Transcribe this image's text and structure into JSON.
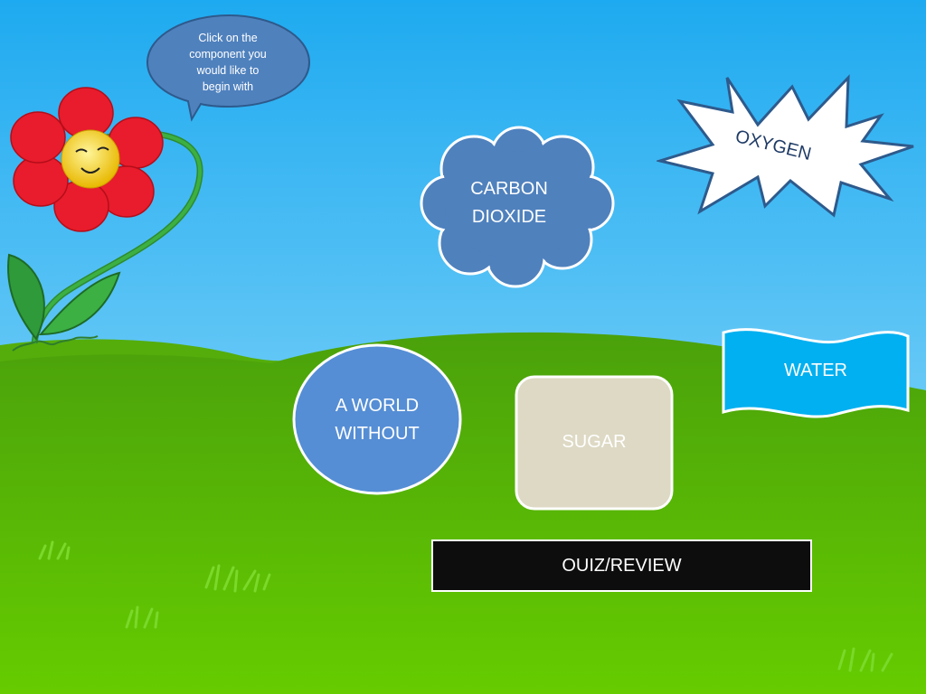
{
  "speech_bubble": {
    "text_lines": [
      "Click on the",
      "component you",
      "would like to",
      "begin with"
    ]
  },
  "components": {
    "carbon_dioxide": {
      "lines": [
        "CARBON",
        "DIOXIDE"
      ]
    },
    "oxygen": {
      "label": "OXYGEN"
    },
    "world_without": {
      "lines": [
        "A WORLD",
        "WITHOUT"
      ]
    },
    "water": {
      "label": "WATER"
    },
    "sugar": {
      "label": "SUGAR"
    }
  },
  "quiz": {
    "label": "OUIZ/REVIEW"
  },
  "colors": {
    "sky_top": "#1eaaf0",
    "sky_bottom": "#9fe0fb",
    "grass": "#5fbf0a",
    "bubble_blue": "#4f81bd",
    "water_blue": "#00b0f0",
    "sugar_beige": "#ddd9c4",
    "flower_red": "#e81c2c"
  },
  "icons": [
    "flower-icon",
    "grass-tuft-icon"
  ]
}
